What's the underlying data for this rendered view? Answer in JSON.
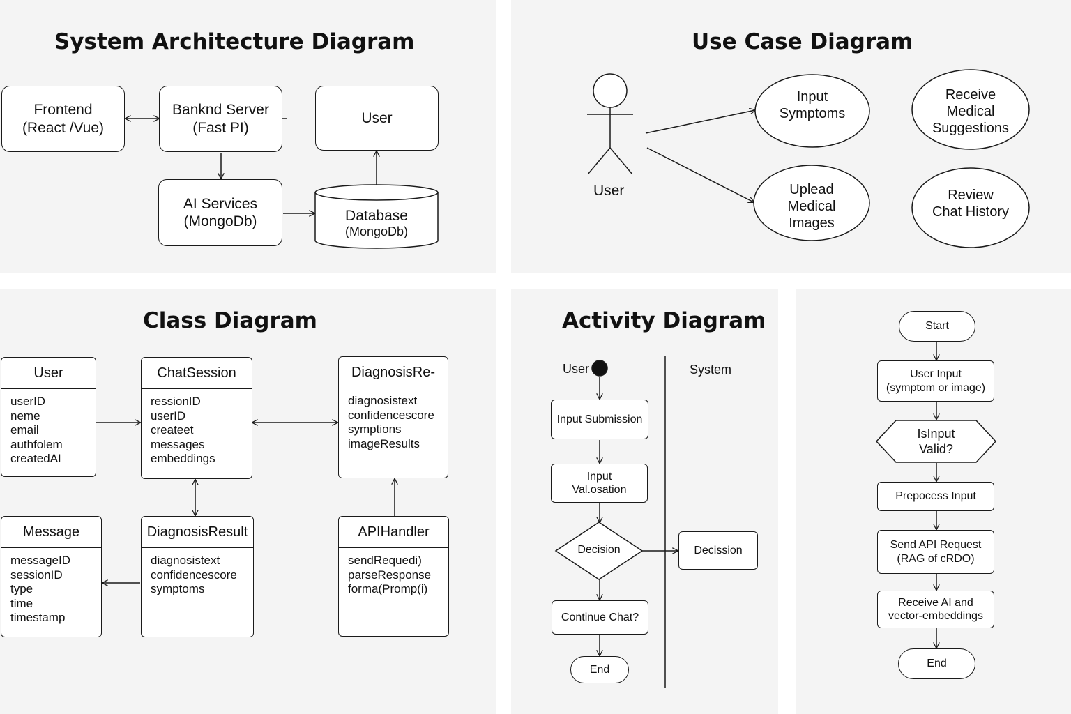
{
  "titles": {
    "architecture": "System Architecture Diagram",
    "usecase": "Use Case Diagram",
    "class": "Class Diagram",
    "activity": "Activity Diagram"
  },
  "architecture": {
    "frontend": [
      "Frontend",
      "(React /Vue)"
    ],
    "backend": [
      "Banknd Server",
      "(Fast PI)"
    ],
    "user": [
      "User"
    ],
    "ai_services": [
      "AI Services",
      "(MongoDb)"
    ],
    "database": [
      "Database",
      "(MongoDb)"
    ]
  },
  "usecase": {
    "actor": "User",
    "cases": [
      [
        "Input",
        "Symptoms"
      ],
      [
        "Receive",
        "Medical",
        "Suggestions"
      ],
      [
        "Uplead",
        "Medical",
        "Images"
      ],
      [
        "Review",
        "Chat History"
      ]
    ]
  },
  "classes": [
    {
      "name": "User",
      "attrs": [
        "userID",
        "neme",
        "email",
        "authfolem",
        "createdAI"
      ]
    },
    {
      "name": "ChatSession",
      "attrs": [
        "ressionID",
        "userID",
        "createet",
        "messages",
        "embeddings"
      ]
    },
    {
      "name": "DiagnosisRe-",
      "attrs": [
        "diagnosistext",
        "confidencescore",
        "symptions",
        "imageResults"
      ]
    },
    {
      "name": "Message",
      "attrs": [
        "messageID",
        "sessionID",
        "type",
        "time",
        "timestamp"
      ]
    },
    {
      "name": "DiagnosisResult",
      "attrs": [
        "diagnosistext",
        "confidencescore",
        "symptoms"
      ]
    },
    {
      "name": "APIHandler",
      "attrs": [
        "sendRequedi)",
        "parseResponse",
        "forma(Promp(i)"
      ]
    }
  ],
  "activity": {
    "lane_user": "User",
    "lane_system": "System",
    "input_submission": "Input Submission",
    "input_validation": [
      "Input",
      "Val.osation"
    ],
    "decision": "Decision",
    "system_decision": "Decission",
    "continue_chat": "Continue Chat?",
    "end": "End"
  },
  "flow": {
    "start": "Start",
    "user_input": [
      "User Input",
      "(symptom or image)"
    ],
    "is_valid": [
      "IsInput",
      "Valid?"
    ],
    "preprocess": "Prepocess Input",
    "send_api": [
      "Send API Request",
      "(RAG of cRDO)"
    ],
    "receive_ai": [
      "Receive AI and",
      "vector-embeddings"
    ],
    "end": "End"
  }
}
